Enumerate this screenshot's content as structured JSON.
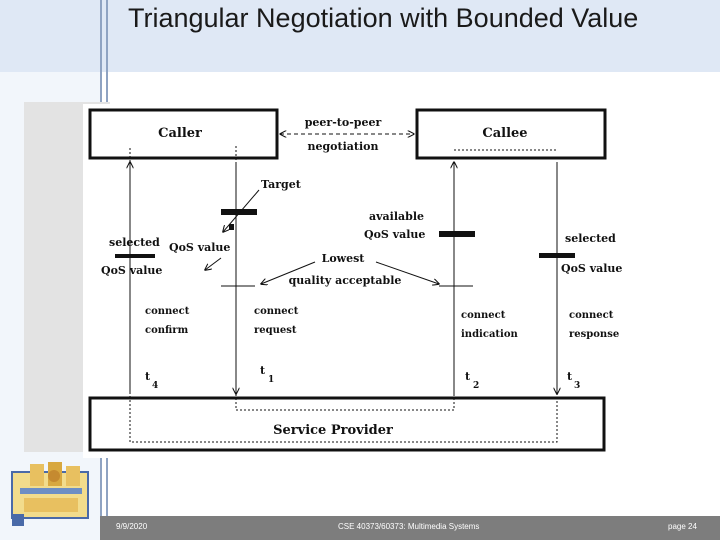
{
  "slide": {
    "title": "Triangular Negotiation with Bounded Value"
  },
  "diagram": {
    "caller": "Caller",
    "callee": "Callee",
    "service_provider": "Service Provider",
    "peer_line1": "peer-to-peer",
    "peer_line2": "negotiation",
    "target": "Target",
    "selected_left_1": "selected",
    "selected_left_2": "QoS value",
    "qos_value_mid": "QoS value",
    "available_1": "available",
    "available_2": "QoS value",
    "lowest_1": "Lowest",
    "lowest_2": "quality acceptable",
    "selected_right_1": "selected",
    "selected_right_2": "QoS value",
    "connect_confirm_1": "connect",
    "connect_confirm_2": "confirm",
    "connect_request_1": "connect",
    "connect_request_2": "request",
    "connect_indication_1": "connect",
    "connect_indication_2": "indication",
    "connect_response_1": "connect",
    "connect_response_2": "response",
    "t": "t",
    "t4_sub": "4",
    "t1_sub": "1",
    "t2_sub": "2",
    "t3_sub": "3"
  },
  "footer": {
    "date": "9/9/2020",
    "course": "CSE 40373/60373: Multimedia Systems",
    "page": "page 24"
  }
}
